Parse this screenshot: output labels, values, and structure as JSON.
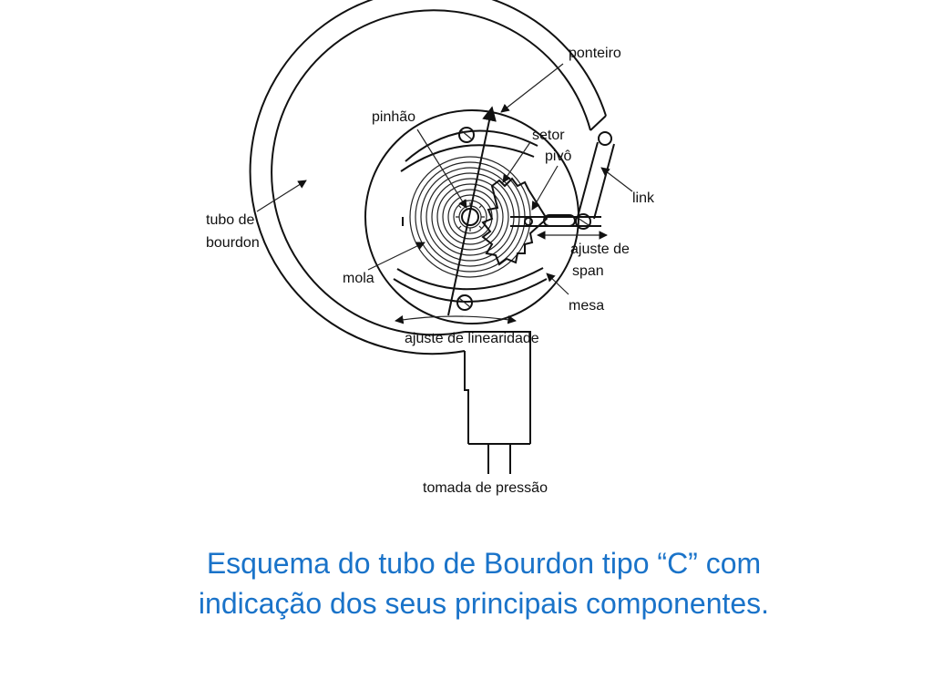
{
  "labels": {
    "ponteiro": "ponteiro",
    "pinhao": "pinhão",
    "setor": "setor",
    "pivo": "pivô",
    "link": "link",
    "tubo_de": "tubo de",
    "bourdon": "bourdon",
    "ajuste_de": "ajuste de",
    "span": "span",
    "mola": "mola",
    "mesa": "mesa",
    "ajuste_linearidade": "ajuste de linearidade",
    "tomada": "tomada de pressão"
  },
  "caption": {
    "line1": "Esquema do tubo de Bourdon tipo “C” com",
    "line2": "indicação dos seus principais componentes."
  },
  "colors": {
    "caption": "#1a73c9",
    "ink": "#111111"
  }
}
